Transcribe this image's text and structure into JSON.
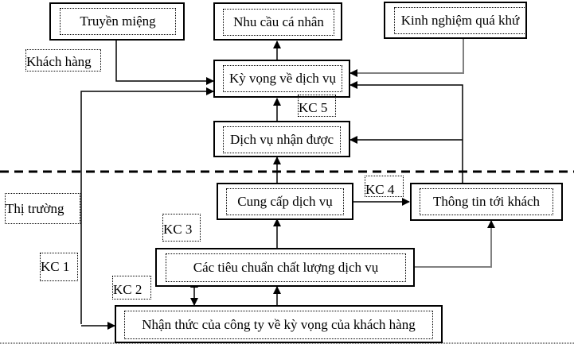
{
  "diagram": {
    "nodes": {
      "word_of_mouth": "Truyền miệng",
      "personal_needs": "Nhu cầu cá nhân",
      "past_experience": "Kinh nghiệm quá khứ",
      "expected_service": "Kỳ vọng về dịch vụ",
      "perceived_service": "Dịch vụ nhận được",
      "service_delivery": "Cung cấp dịch vụ",
      "external_communication": "Thông tin tới khách",
      "service_standards": "Các tiêu chuẩn chất lượng dịch vụ",
      "management_perception": "Nhận thức của công ty về kỳ vọng của khách hàng"
    },
    "zones": {
      "customer": "Khách hàng",
      "market": "Thị trường"
    },
    "gaps": {
      "gap1": "KC 1",
      "gap2": "KC 2",
      "gap3": "KC 3",
      "gap4": "KC 4",
      "gap5": "KC 5"
    }
  }
}
